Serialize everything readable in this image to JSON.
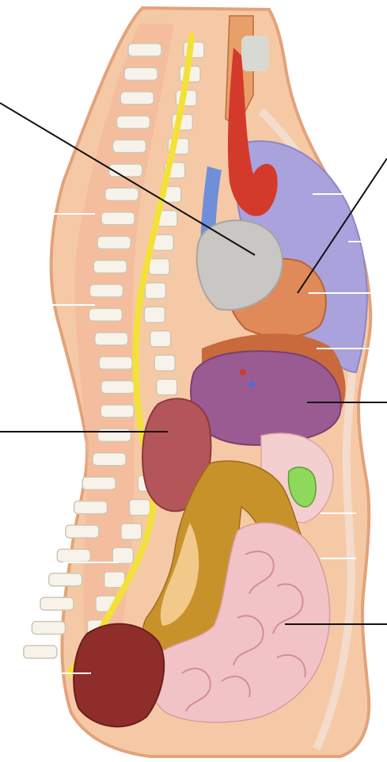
{
  "title": "",
  "labels": [],
  "leader_lines": [
    {
      "id": "heart",
      "points_to": "heart"
    },
    {
      "id": "pericardium",
      "points_to": "heart-sac"
    },
    {
      "id": "liver",
      "points_to": "liver"
    },
    {
      "id": "kidney",
      "points_to": "kidney"
    },
    {
      "id": "small-intestine",
      "points_to": "small-intestine"
    }
  ],
  "colors": {
    "background": "#ffffff",
    "skin": "#f6c9a6",
    "skin_outline": "#e2a37b",
    "spinal_cord": "#f3e13a",
    "vertebra": "#f7f3ea",
    "lung": "#a9a2dc",
    "aorta": "#d43a2b",
    "heart": "#c9c6c4",
    "liver": "#9a5b93",
    "kidney": "#b4555a",
    "colon": "#c8922a",
    "small_intestine": "#f1c3c6",
    "rectum": "#8e2d29",
    "gallbladder": "#8ed85b",
    "leader": "#111111",
    "guide": "#ffffff"
  }
}
